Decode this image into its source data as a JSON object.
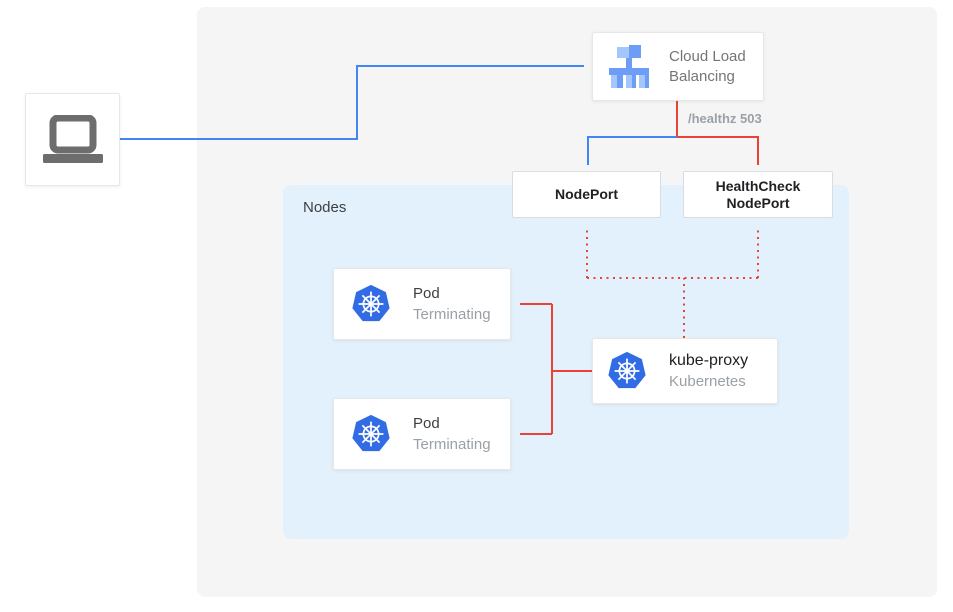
{
  "colors": {
    "traffic_blue": "#4285f4",
    "health_red": "#ea4335",
    "kubernetes_blue": "#326ce5",
    "panel_gray": "#f5f5f6",
    "nodes_bg_blue": "#e3f1fd",
    "lb_icon_light_blue": "#a4c6fa",
    "lb_icon_mid_blue": "#6c9ef8",
    "laptop_gray": "#6d6d6d"
  },
  "client": {
    "icon": "laptop-icon"
  },
  "load_balancer": {
    "icon": "cloud-load-balancing-icon",
    "label_line1": "Cloud Load",
    "label_line2": "Balancing"
  },
  "health_check_label": "/healthz 503",
  "nodeport": {
    "label": "NodePort"
  },
  "healthcheck_nodeport": {
    "label_line1": "HealthCheck",
    "label_line2": "NodePort"
  },
  "nodes_panel": {
    "label": "Nodes"
  },
  "pods": [
    {
      "icon": "kubernetes-icon",
      "title": "Pod",
      "status": "Terminating"
    },
    {
      "icon": "kubernetes-icon",
      "title": "Pod",
      "status": "Terminating"
    }
  ],
  "kube_proxy": {
    "icon": "kubernetes-icon",
    "title": "kube-proxy",
    "subtitle": "Kubernetes"
  }
}
